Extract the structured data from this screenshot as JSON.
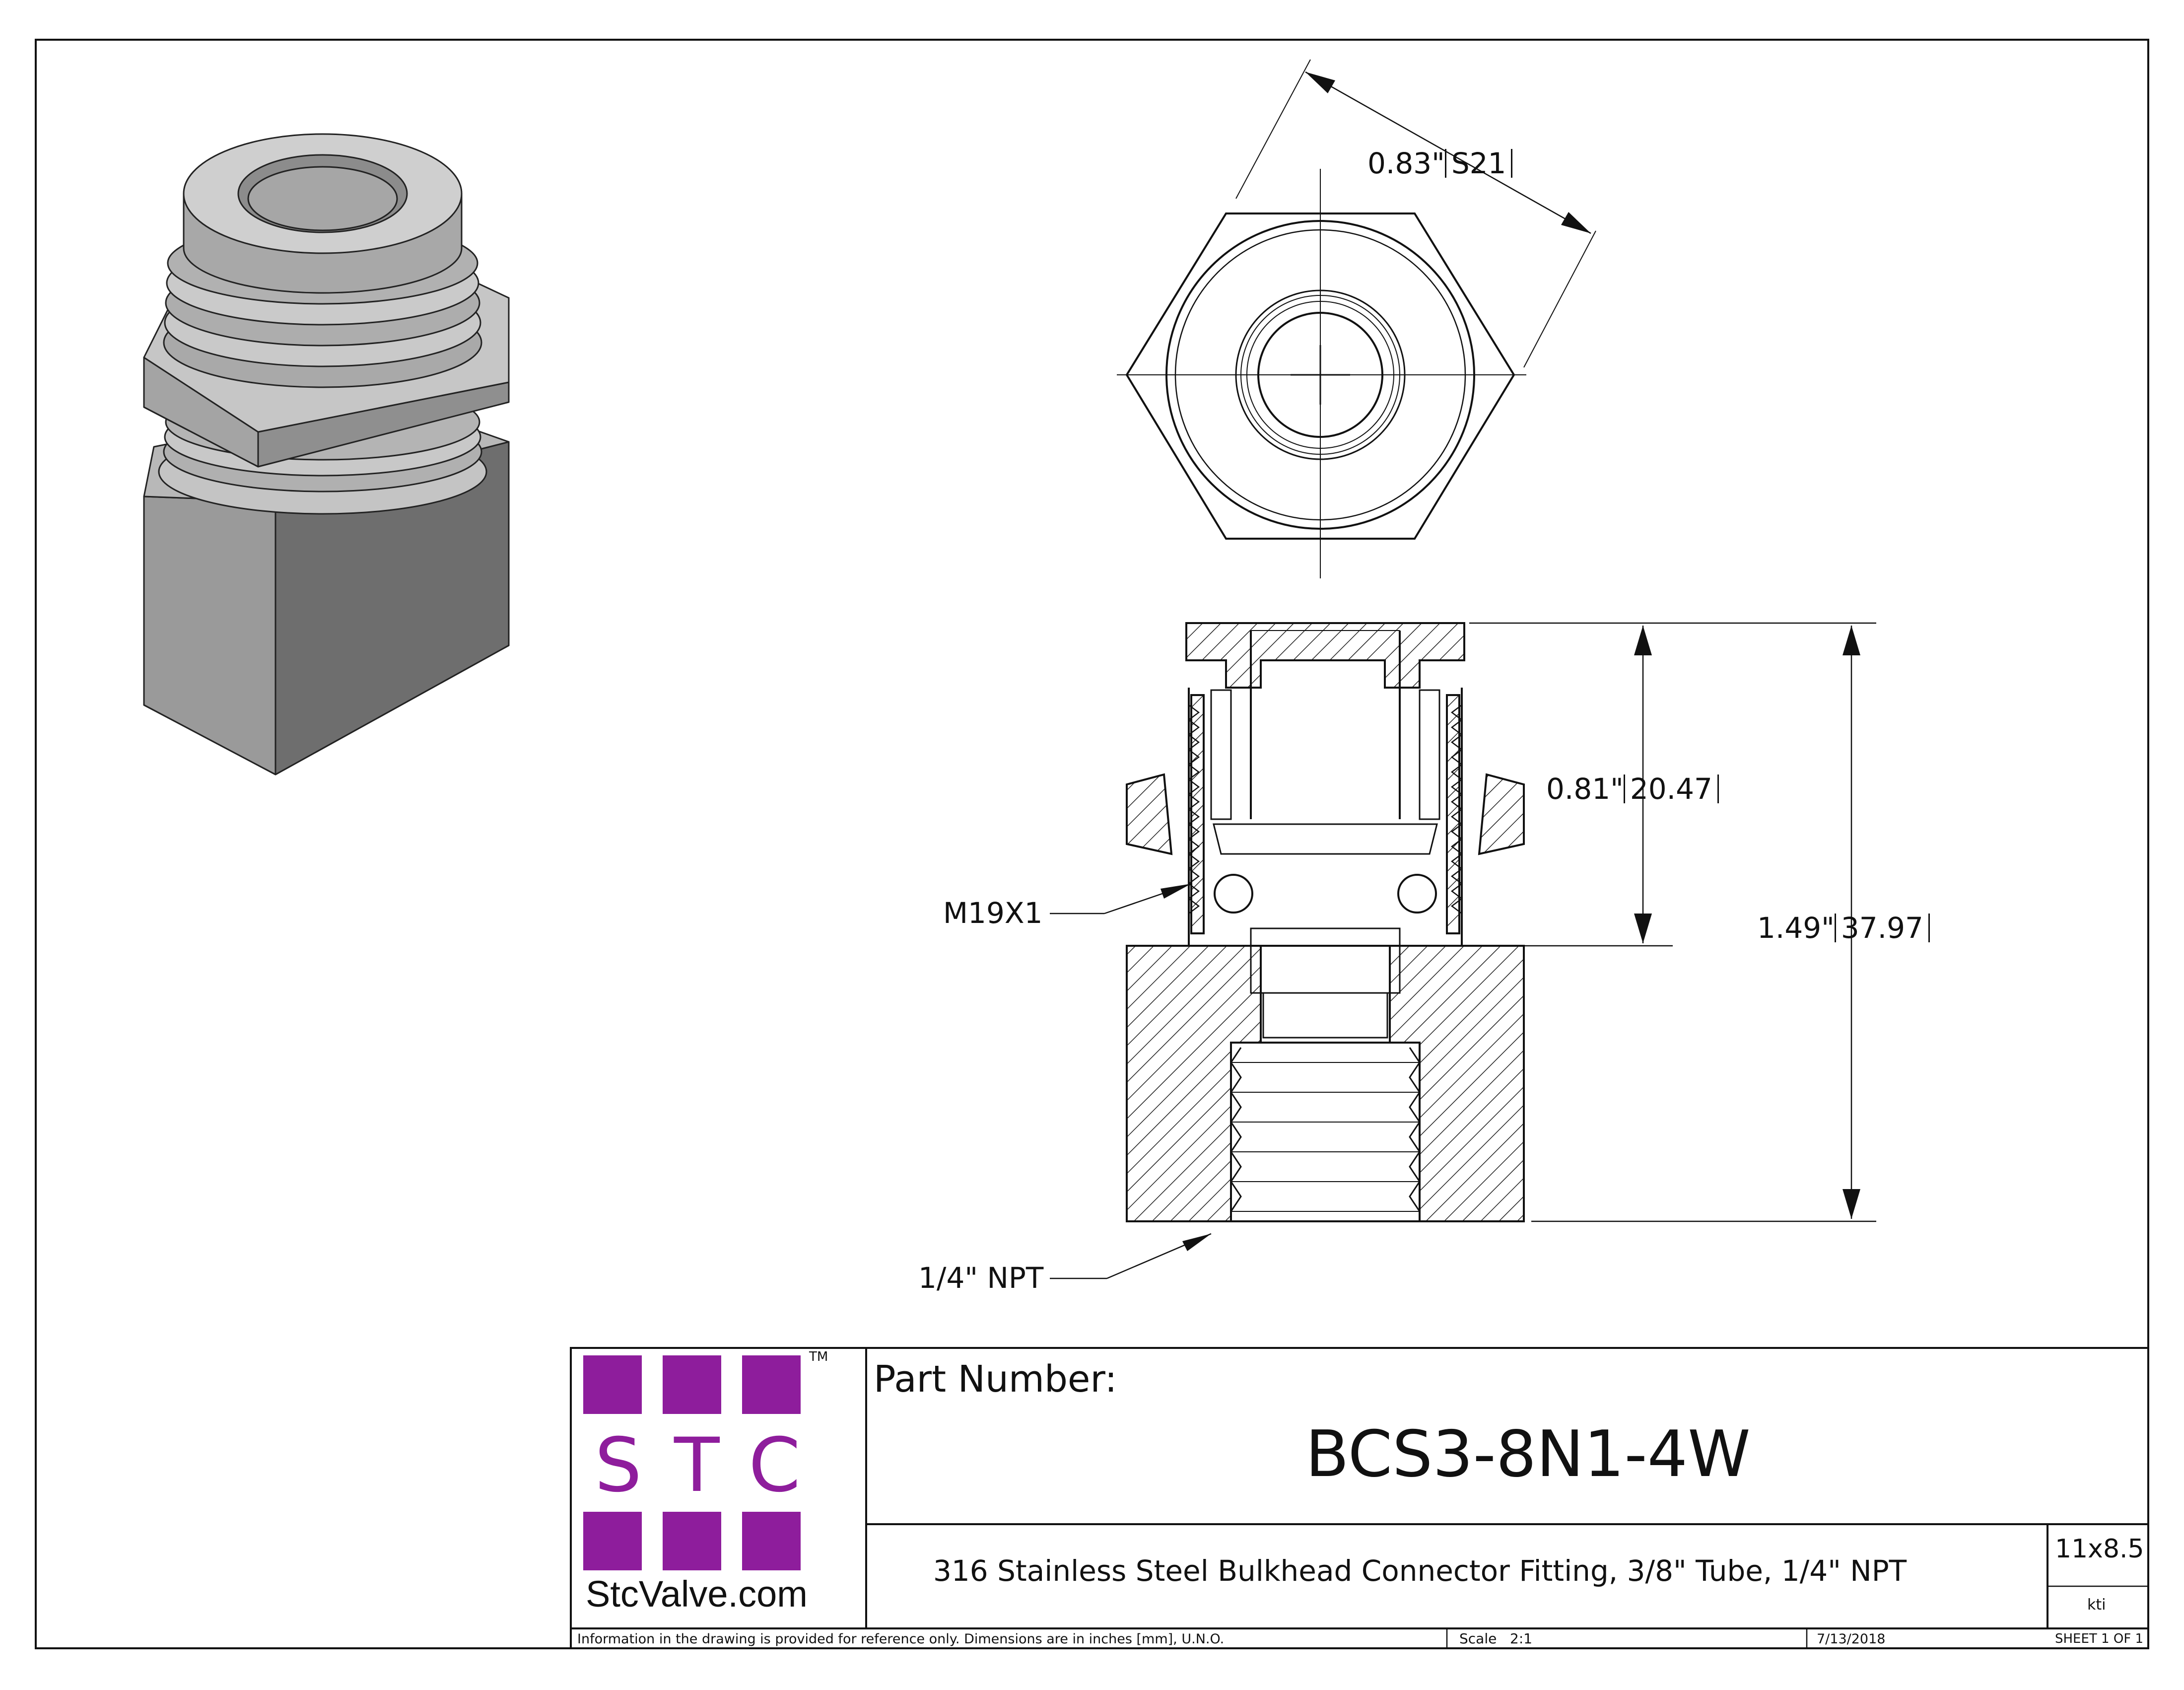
{
  "dimensions": {
    "hex_width": {
      "inch": "0.83\"",
      "mm": "S21"
    },
    "insert_depth": {
      "inch": "0.81\"",
      "mm": "20.47"
    },
    "overall_length": {
      "inch": "1.49\"",
      "mm": "37.97"
    }
  },
  "callouts": {
    "thread_top": "M19X1",
    "thread_bottom": "1/4\" NPT"
  },
  "title_block": {
    "logo_letters": [
      "S",
      "T",
      "C"
    ],
    "logo_tm": "TM",
    "logo_site": "StcValve.com",
    "part_number_label": "Part Number:",
    "part_number": "BCS3-8N1-4W",
    "description": "316 Stainless Steel Bulkhead Connector Fitting, 3/8\" Tube, 1/4\" NPT",
    "sheet_size": "11x8.5",
    "drawn_by": "kti",
    "disclaimer": "Information in the drawing is provided for reference only. Dimensions are in inches [mm], U.N.O.",
    "scale": "Scale   2:1",
    "date": "7/13/2018",
    "sheet": "SHEET 1 OF 1"
  },
  "colors": {
    "logo_purple": "#8e1d9c",
    "iso_dark": "#6e6e6e",
    "iso_mid": "#9a9a9a",
    "iso_light": "#c6c6c6"
  }
}
